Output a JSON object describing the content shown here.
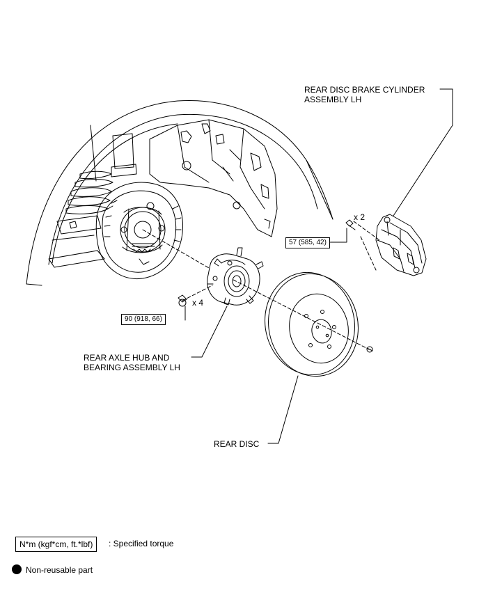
{
  "labels": {
    "caliper_line1": "REAR DISC BRAKE CYLINDER",
    "caliper_line2": "ASSEMBLY LH",
    "hub_line1": "REAR AXLE HUB AND",
    "hub_line2": "BEARING ASSEMBLY LH",
    "disc": "REAR DISC"
  },
  "torques": {
    "caliper_bolt": "57 (585, 42)",
    "hub_bolt": "90 (918, 66)"
  },
  "quantities": {
    "caliper_bolt": "x 2",
    "hub_bolt": "x 4"
  },
  "legend": {
    "torque_unit": "N*m (kgf*cm, ft.*lbf)",
    "torque_desc": ": Specified torque",
    "nonreusable_desc": "Non-reusable part"
  }
}
